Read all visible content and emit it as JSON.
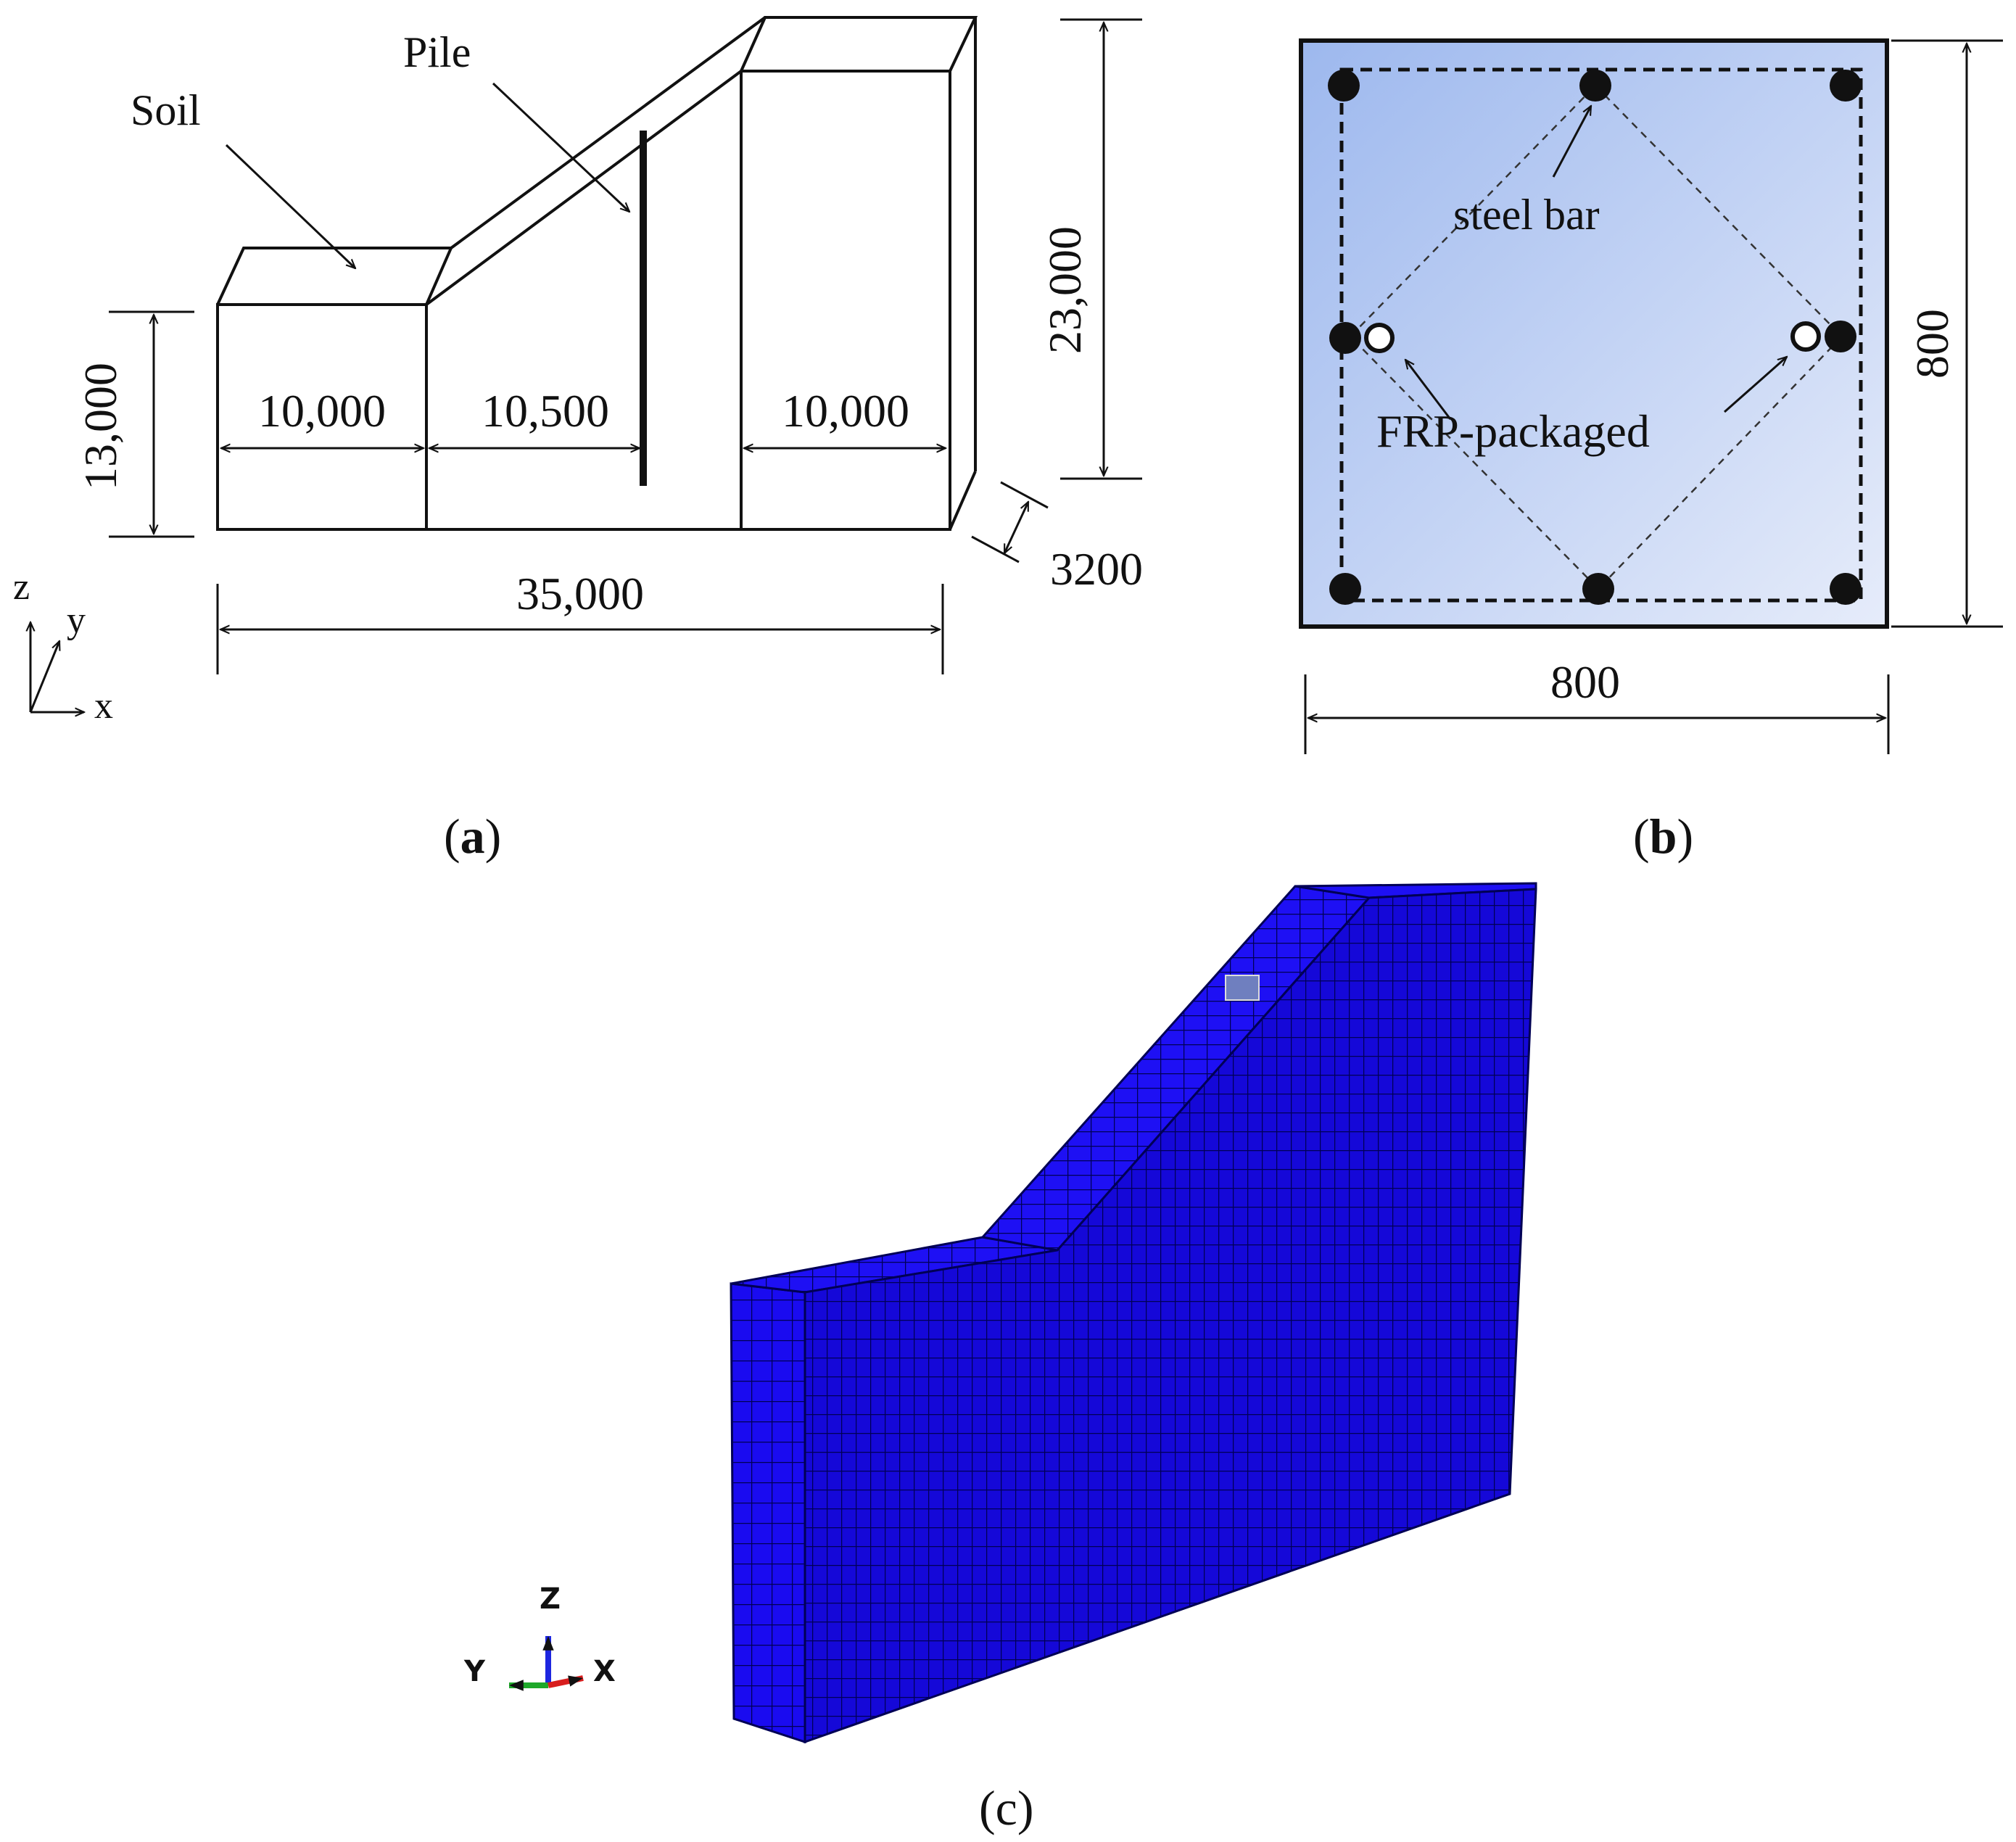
{
  "panel_a": {
    "labels": {
      "soil": "Soil",
      "pile": "Pile"
    },
    "dims": {
      "left_width": "10,000",
      "mid_width": "10,500",
      "right_width": "10,000",
      "total_width": "35,000",
      "left_height": "13,000",
      "right_height": "23,000",
      "depth": "3200"
    },
    "axes": {
      "z": "z",
      "y": "y",
      "x": "x"
    },
    "caption_letter": "a"
  },
  "panel_b": {
    "labels": {
      "steel_bar": "steel bar",
      "frp": "FRP-packaged"
    },
    "dims": {
      "height": "800",
      "width": "800"
    },
    "colors": {
      "section_fill_light": "#e6ecfa",
      "section_fill_dark": "#9db8ee"
    },
    "caption_letter": "b"
  },
  "panel_c": {
    "axes": {
      "z": "Z",
      "y": "Y",
      "x": "X"
    },
    "colors": {
      "mesh": "#1a0bf0",
      "mesh_dark": "#0e07b8",
      "grid_line": "#000055"
    },
    "caption": "(c)"
  }
}
